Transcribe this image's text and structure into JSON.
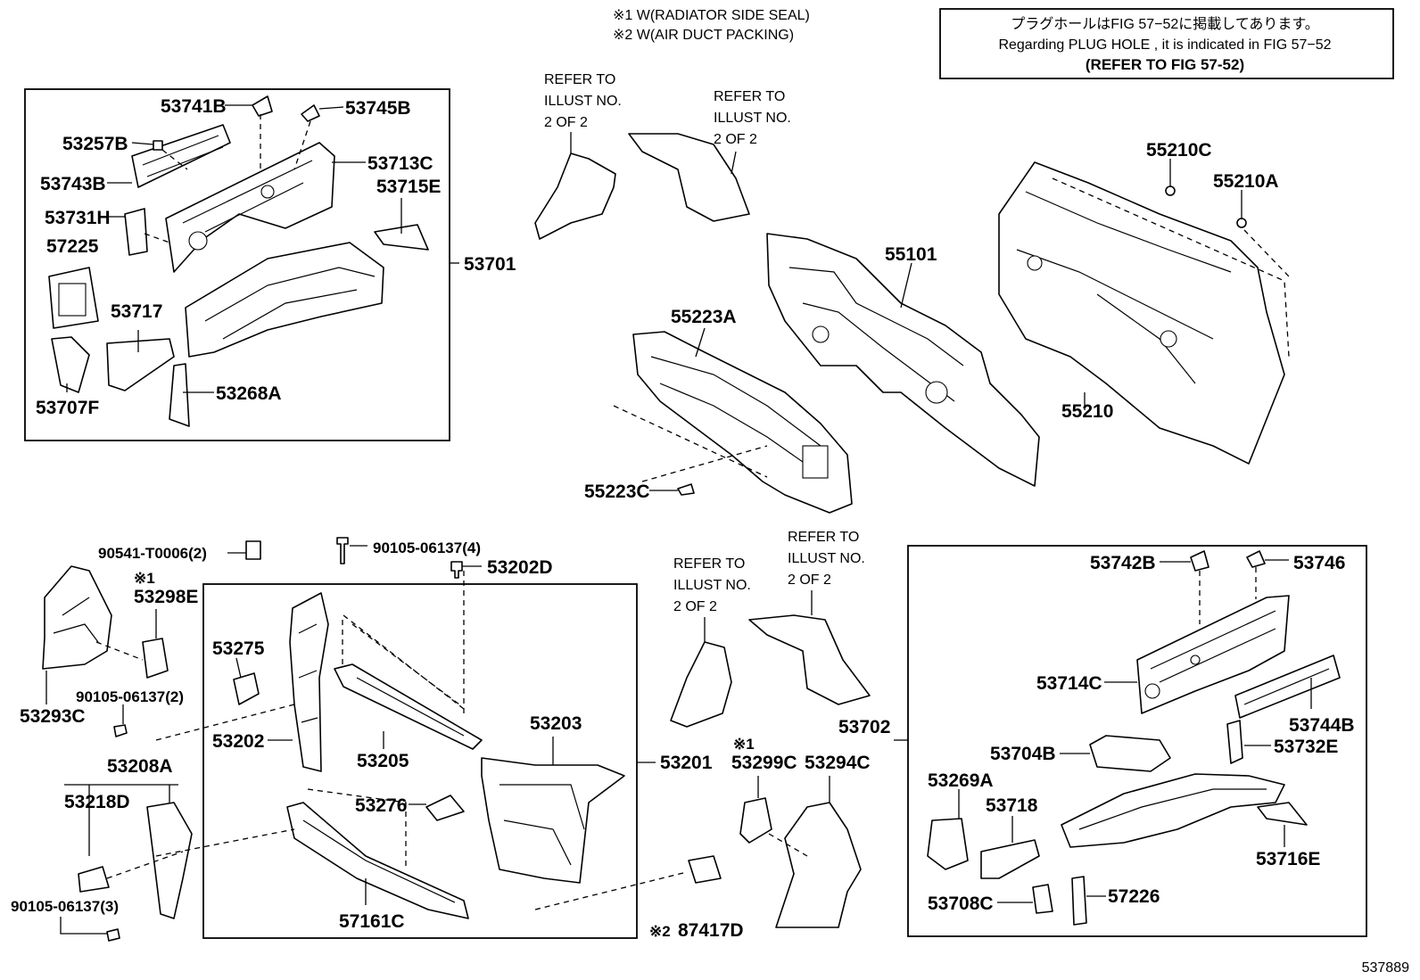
{
  "notes": {
    "n1": "※1 W(RADIATOR SIDE SEAL)",
    "n2": "※2 W(AIR DUCT PACKING)"
  },
  "info_box": {
    "line1": "プラグホールはFIG 57−52に掲載してあります。",
    "line2": "Regarding PLUG HOLE , it is indicated in FIG 57−52",
    "line3": "(REFER TO FIG 57-52)"
  },
  "refer": {
    "line1": "REFER TO",
    "line2": "ILLUST NO.",
    "line3": "2 OF 2"
  },
  "parts": {
    "p53741B": "53741B",
    "p53745B": "53745B",
    "p53257B": "53257B",
    "p53713C": "53713C",
    "p53743B": "53743B",
    "p53715E": "53715E",
    "p53731H": "53731H",
    "p57225": "57225",
    "p53701": "53701",
    "p53717": "53717",
    "p53707F": "53707F",
    "p53268A": "53268A",
    "p55210C": "55210C",
    "p55210A": "55210A",
    "p55101": "55101",
    "p55223A": "55223A",
    "p55210": "55210",
    "p55223C": "55223C",
    "p90541": "90541-T0006(2)",
    "p90105_4": "90105-06137(4)",
    "p53202D": "53202D",
    "p53298E": "53298E",
    "p53275": "53275",
    "p53293C": "53293C",
    "p90105_2": "90105-06137(2)",
    "p53202": "53202",
    "p53205": "53205",
    "p53203": "53203",
    "p53201": "53201",
    "p53208A": "53208A",
    "p53218D": "53218D",
    "p53276": "53276",
    "p90105_3": "90105-06137(3)",
    "p57161C": "57161C",
    "p87417D": "87417D",
    "p53299C": "53299C",
    "p53294C": "53294C",
    "p53702": "53702",
    "p53742B": "53742B",
    "p53746": "53746",
    "p53714C": "53714C",
    "p53744B": "53744B",
    "p53704B": "53704B",
    "p53732E": "53732E",
    "p53269A": "53269A",
    "p53718": "53718",
    "p53716E": "53716E",
    "p53708C": "53708C",
    "p57226": "57226"
  },
  "marks": {
    "m1": "※1",
    "m2": "※2"
  },
  "figure_number": "537889"
}
